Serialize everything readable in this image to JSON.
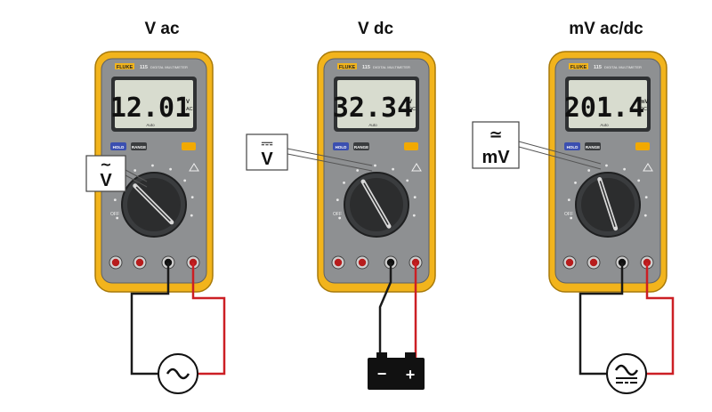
{
  "colors": {
    "case_yellow": "#f2b41c",
    "body_gray": "#8e9092",
    "lcd_bg": "#d8dccf",
    "lead_red": "#cc1f24",
    "lead_black": "#1a1a1a"
  },
  "meter": {
    "brand": "FLUKE",
    "model": "115",
    "model_suffix": "DIGITAL MULTIMETER",
    "hold_label": "HOLD",
    "range_label": "RANGE",
    "off_label": "OFF",
    "lcd_mode": "Auto"
  },
  "panels": [
    {
      "title": "V ac",
      "reading": "12.01",
      "units_top": "V",
      "units_bottom": "AC",
      "callout_symbol": "~",
      "callout_unit": "V",
      "source": "ac-source",
      "source_icon": "sine-icon"
    },
    {
      "title": "V dc",
      "reading": "32.34",
      "units_top": "V",
      "units_bottom": "DC",
      "callout_symbol": "⎓",
      "callout_unit": "V",
      "source": "battery",
      "source_icon": "battery-icon",
      "battery_minus": "−",
      "battery_plus": "+"
    },
    {
      "title": "mV ac/dc",
      "reading": "201.4",
      "units_top": "mV",
      "units_bottom": "DC",
      "callout_symbol": "≃",
      "callout_unit": "mV",
      "source": "acdc-source",
      "source_icon": "ac-dc-icon"
    }
  ]
}
